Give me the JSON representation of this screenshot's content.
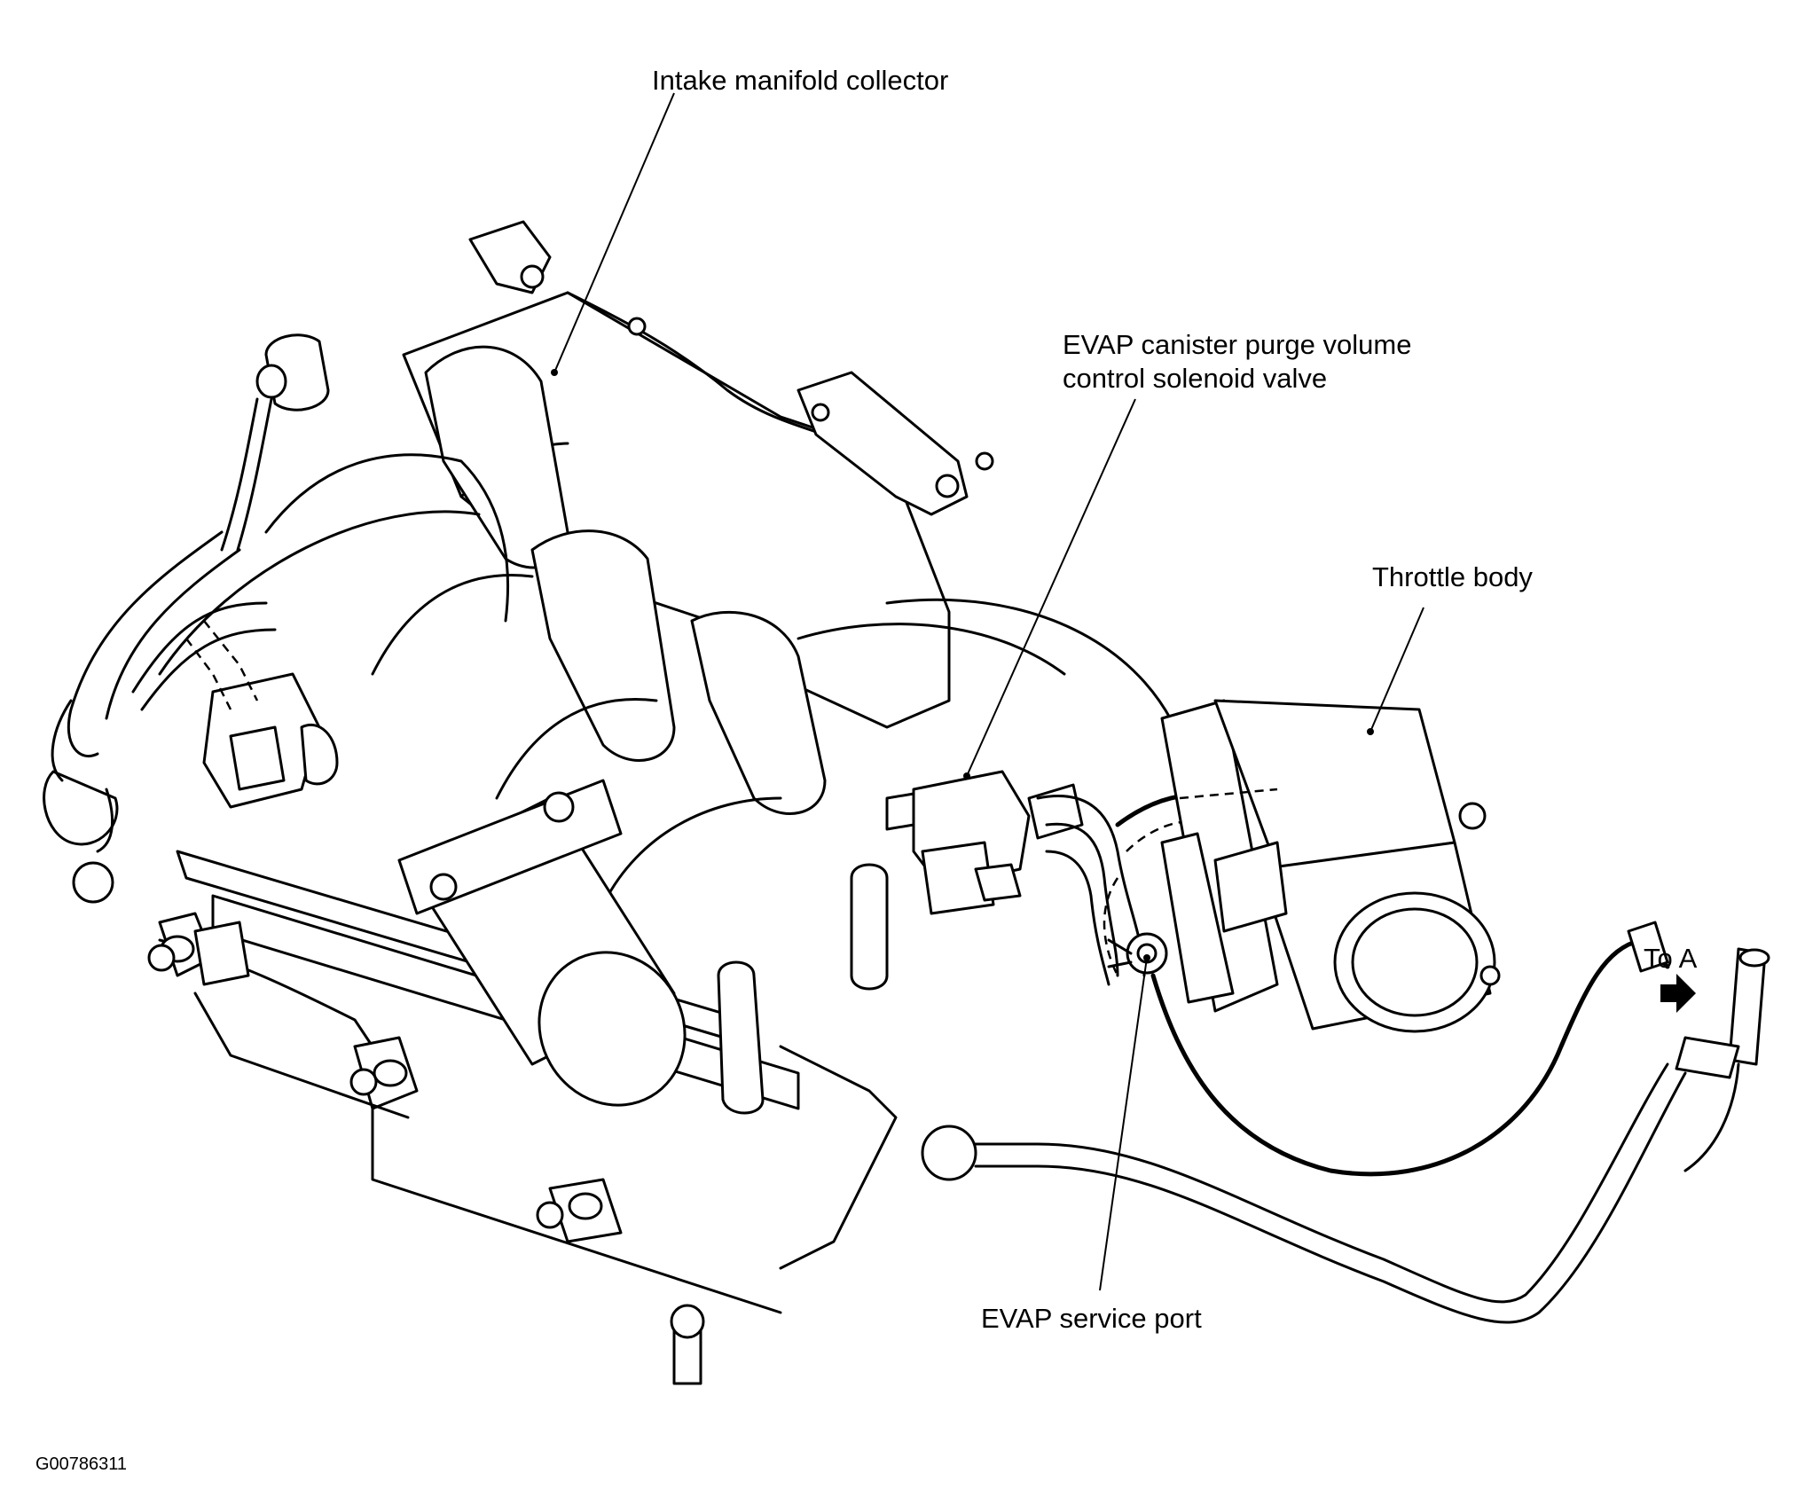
{
  "labels": {
    "intake_manifold_collector": "Intake manifold collector",
    "evap_purge_valve_line1": "EVAP canister purge volume",
    "evap_purge_valve_line2": "control solenoid valve",
    "throttle_body": "Throttle body",
    "to_a": "To A",
    "evap_service_port": "EVAP service port"
  },
  "figure_id": "G00786311",
  "icons": {
    "to_a_arrow": "arrow-right-icon"
  }
}
